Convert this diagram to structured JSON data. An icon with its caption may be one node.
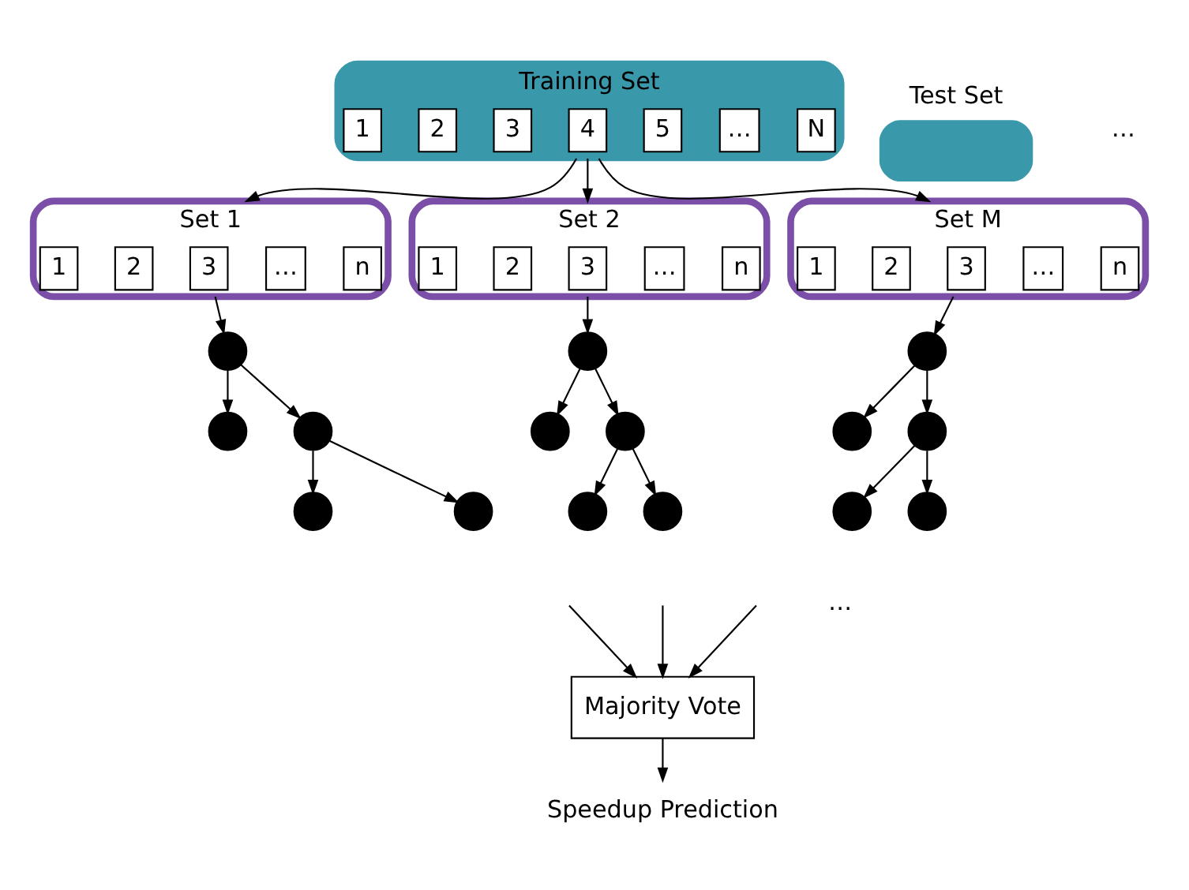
{
  "diagram": {
    "nodes": [
      {
        "text": [
          "Training Set"
        ]
      },
      {
        "text": [
          "1"
        ],
        "in": 0
      },
      {
        "text": [
          "2"
        ],
        "in": 0
      },
      {
        "text": [
          "3"
        ],
        "in": 0
      },
      {
        "text": [
          "4"
        ],
        "in": 0
      },
      {
        "text": [
          "5"
        ],
        "in": 0
      },
      {
        "text": [
          "…"
        ],
        "in": 0
      },
      {
        "text": [
          "N"
        ],
        "in": 0
      },
      {
        "text": [
          "Test Set"
        ]
      },
      {
        "text": [
          "Set 1"
        ]
      },
      {
        "text": [
          "1"
        ],
        "in": 9
      },
      {
        "text": [
          "2"
        ],
        "in": 9
      },
      {
        "text": [
          "3"
        ],
        "in": 9
      },
      {
        "text": [
          "…"
        ],
        "in": 9
      },
      {
        "text": [
          "n"
        ],
        "in": 9
      },
      {
        "text": [],
        "shape": "circle"
      },
      {
        "text": [],
        "shape": "circle"
      },
      {
        "text": [],
        "shape": "circle"
      },
      {
        "text": [],
        "shape": "circle"
      },
      {
        "text": [],
        "shape": "circle"
      },
      {
        "text": [
          "Set 2"
        ]
      },
      {
        "text": [
          "1"
        ],
        "in": 20
      },
      {
        "text": [
          "2"
        ],
        "in": 20
      },
      {
        "text": [
          "3"
        ],
        "in": 20
      },
      {
        "text": [
          "…"
        ],
        "in": 20
      },
      {
        "text": [
          "n"
        ],
        "in": 20
      },
      {
        "text": [],
        "shape": "circle"
      },
      {
        "text": [],
        "shape": "circle"
      },
      {
        "text": [],
        "shape": "circle"
      },
      {
        "text": [],
        "shape": "circle"
      },
      {
        "text": [],
        "shape": "circle"
      },
      {
        "text": [
          "Set M"
        ]
      },
      {
        "text": [
          "1"
        ],
        "in": 31
      },
      {
        "text": [
          "2"
        ],
        "in": 31
      },
      {
        "text": [
          "3"
        ],
        "in": 31
      },
      {
        "text": [
          "…"
        ],
        "in": 31
      },
      {
        "text": [
          "n"
        ],
        "in": 31
      },
      {
        "text": [],
        "shape": "circle"
      },
      {
        "text": [],
        "shape": "circle"
      },
      {
        "text": [],
        "shape": "circle"
      },
      {
        "text": [],
        "shape": "circle"
      },
      {
        "text": [],
        "shape": "circle"
      },
      {
        "text": [
          "Majority Vote"
        ]
      },
      {
        "text": [
          "Speedup Prediction"
        ]
      }
    ],
    "edges": [
      {
        "from": 0,
        "to": 9,
        "arrow": "to"
      },
      {
        "from": 0,
        "to": 20,
        "arrow": "to"
      },
      {
        "from": 0,
        "to": 31,
        "arrow": "to"
      },
      {
        "from": 9,
        "to": 15,
        "arrow": "to"
      },
      {
        "from": 15,
        "to": 16,
        "arrow": "to"
      },
      {
        "from": 15,
        "to": 17,
        "arrow": "to"
      },
      {
        "from": 17,
        "to": 18,
        "arrow": "to"
      },
      {
        "from": 17,
        "to": 19,
        "arrow": "to"
      },
      {
        "from": 20,
        "to": 26,
        "arrow": "to"
      },
      {
        "from": 26,
        "to": 27,
        "arrow": "to"
      },
      {
        "from": 26,
        "to": 28,
        "arrow": "to"
      },
      {
        "from": 28,
        "to": 29,
        "arrow": "to"
      },
      {
        "from": 28,
        "to": 30,
        "arrow": "to"
      },
      {
        "from": 31,
        "to": 37,
        "arrow": "to"
      },
      {
        "from": 37,
        "to": 38,
        "arrow": "to"
      },
      {
        "from": 37,
        "to": 39,
        "arrow": "to"
      },
      {
        "from": 39,
        "to": 40,
        "arrow": "to"
      },
      {
        "from": 39,
        "to": 41,
        "arrow": "to"
      },
      {
        "from": null,
        "to": 42,
        "arrow": "to"
      },
      {
        "from": null,
        "to": 42,
        "arrow": "to"
      },
      {
        "from": null,
        "to": 42,
        "arrow": "to"
      },
      {
        "from": 42,
        "to": 43,
        "arrow": "to"
      }
    ],
    "labels": [
      "…",
      "…"
    ]
  }
}
